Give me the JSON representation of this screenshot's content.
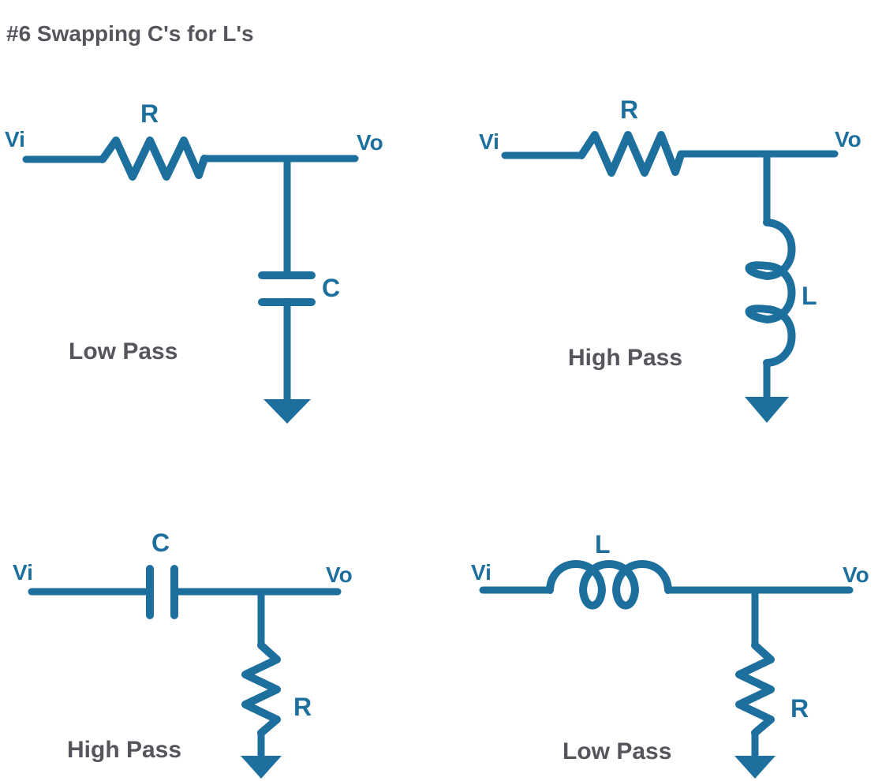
{
  "title": "#6 Swapping C's for L's",
  "colors": {
    "schematic_blue": "#1d6f9d",
    "label_gray": "#57555c"
  },
  "circuits": {
    "top_left": {
      "filter_label": "Low Pass",
      "input_node": "Vi",
      "output_node": "Vo",
      "series_component": "R",
      "shunt_component": "C"
    },
    "top_right": {
      "filter_label": "High Pass",
      "input_node": "Vi",
      "output_node": "Vo",
      "series_component": "R",
      "shunt_component": "L"
    },
    "bottom_left": {
      "filter_label": "High Pass",
      "input_node": "Vi",
      "output_node": "Vo",
      "series_component": "C",
      "shunt_component": "R"
    },
    "bottom_right": {
      "filter_label": "Low Pass",
      "input_node": "Vi",
      "output_node": "Vo",
      "series_component": "L",
      "shunt_component": "R"
    }
  }
}
